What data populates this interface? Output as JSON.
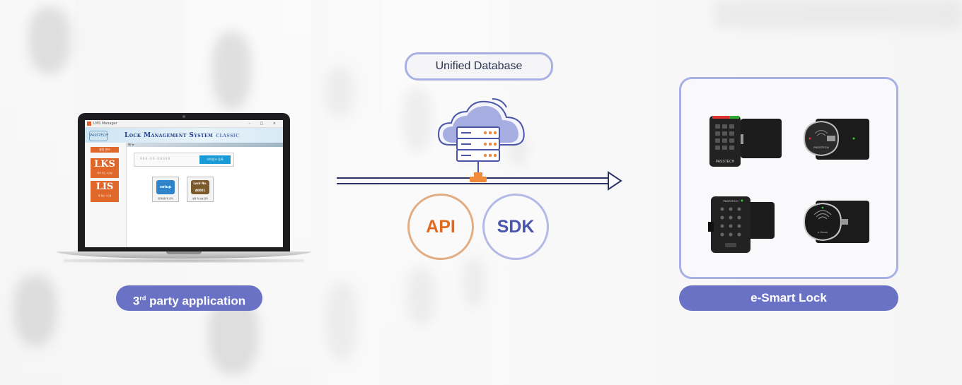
{
  "labels": {
    "unified_db": "Unified Database",
    "api": "API",
    "sdk": "SDK",
    "app_label_prefix": "3",
    "app_label_sup": "rd",
    "app_label_rest": " party application",
    "lock_label": "e-Smart Lock"
  },
  "app_window": {
    "title_bar": "LMS Manager",
    "controls": "– □ ×",
    "logo": "PASSTECH",
    "app_title": "Lock Management System",
    "app_edition": "CLASSIC",
    "side_button": "설정 관리",
    "lks": "LKS",
    "lks_sub": "락커 카드 시스템",
    "lis": "LIS",
    "lis_sub": "락 정보 시스템",
    "tab": "메 뉴",
    "search_placeholder": "9 0 0 - 0 0 - 0 0 0 0 0",
    "search_button": "라이선스 등록",
    "tile1": "setup",
    "tile1_caption": "환경설정 및 관리",
    "tile2": "Lock No. A0001",
    "tile2_caption": "설정 락 번호 관리"
  },
  "lock_devices": [
    {
      "icon": "keypad-lock-icon",
      "brand": "PASSTECH"
    },
    {
      "icon": "rfid-lock-icon",
      "brand": "PASSTECH"
    },
    {
      "icon": "keypad-lock-icon",
      "brand": "PASSTECH"
    },
    {
      "icon": "rfid-lock-icon",
      "brand": "e-Smart"
    }
  ],
  "colors": {
    "pill_fill": "#6a72c6",
    "pill_outline": "#a9b0e3",
    "api_ring": "#e3ad84",
    "api_text": "#e06a22",
    "sdk_ring": "#b4b9e6",
    "sdk_text": "#4a55b0",
    "connector": "#2c3366",
    "cloud": "#a6ade0"
  }
}
